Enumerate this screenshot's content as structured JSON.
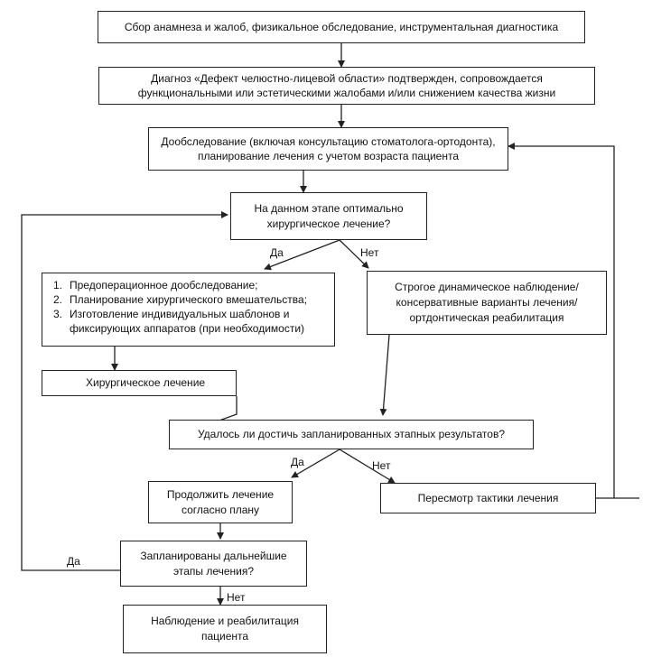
{
  "boxes": {
    "history": "Сбор анамнеза и жалоб, физикальное обследование, инструментальная диагностика",
    "diagnosis": "Диагноз «Дефект челюстно-лицевой области» подтвержден, сопровождается функциональными или эстетическими жалобами и/или снижением качества жизни",
    "additional_exam": "Дообследование (включая консультацию стоматолога-ортодонта), планирование лечения с учетом возраста пациента",
    "surgery_question": "На данном этапе оптимально хирургическое лечение?",
    "preop_steps": [
      {
        "num": "1.",
        "text": "Предоперационное дообследование;"
      },
      {
        "num": "2.",
        "text": "Планирование хирургического вмешательства;"
      },
      {
        "num": "3.",
        "text": "Изготовление индивидуальных шаблонов и фиксирующих аппаратов (при необходимости)"
      }
    ],
    "conservative": "Строгое динамическое наблюдение/ консервативные варианты лечения/ ортдонтическая реабилитация",
    "surgical_treatment": "Хирургическое лечение",
    "results_question": "Удалось ли достичь запланированных этапных результатов?",
    "continue_plan": "Продолжить лечение согласно плану",
    "revise_tactics": "Пересмотр тактики лечения",
    "further_stages": "Запланированы дальнейшие этапы лечения?",
    "observation": "Наблюдение и реабилитация пациента"
  },
  "labels": {
    "yes": "Да",
    "no": "Нет"
  },
  "colors": {
    "line": "#222222",
    "border": "#222222"
  }
}
